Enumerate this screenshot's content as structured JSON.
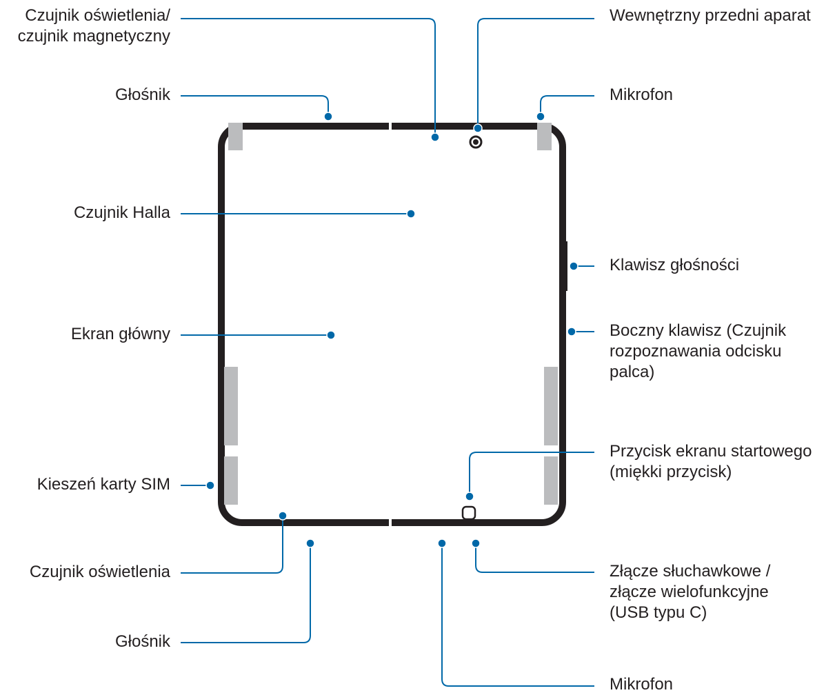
{
  "labels": {
    "light_magnetic_sensor": [
      "Czujnik oświetlenia/",
      "czujnik magnetyczny"
    ],
    "speaker_top": [
      "Głośnik"
    ],
    "hall_sensor": [
      "Czujnik Halla"
    ],
    "main_screen": [
      "Ekran główny"
    ],
    "sim_tray": [
      "Kieszeń karty SIM"
    ],
    "light_sensor": [
      "Czujnik oświetlenia"
    ],
    "speaker_bottom": [
      "Głośnik"
    ],
    "front_camera": [
      "Wewnętrzny przedni aparat"
    ],
    "mic_top": [
      "Mikrofon"
    ],
    "volume_key": [
      "Klawisz głośności"
    ],
    "side_key": [
      "Boczny klawisz (Czujnik",
      "rozpoznawania odcisku",
      "palca)"
    ],
    "home_button": [
      "Przycisk ekranu startowego",
      "(miękki przycisk)"
    ],
    "earphone_jack": [
      "Złącze słuchawkowe /",
      "złącze wielofunkcyjne",
      "(USB typu C)"
    ],
    "mic_bottom": [
      "Mikrofon"
    ]
  },
  "colors": {
    "callout": "#0068a8",
    "device_frame": "#231f20",
    "antenna_band": "#bbbcbe",
    "label_text": "#231f20"
  }
}
